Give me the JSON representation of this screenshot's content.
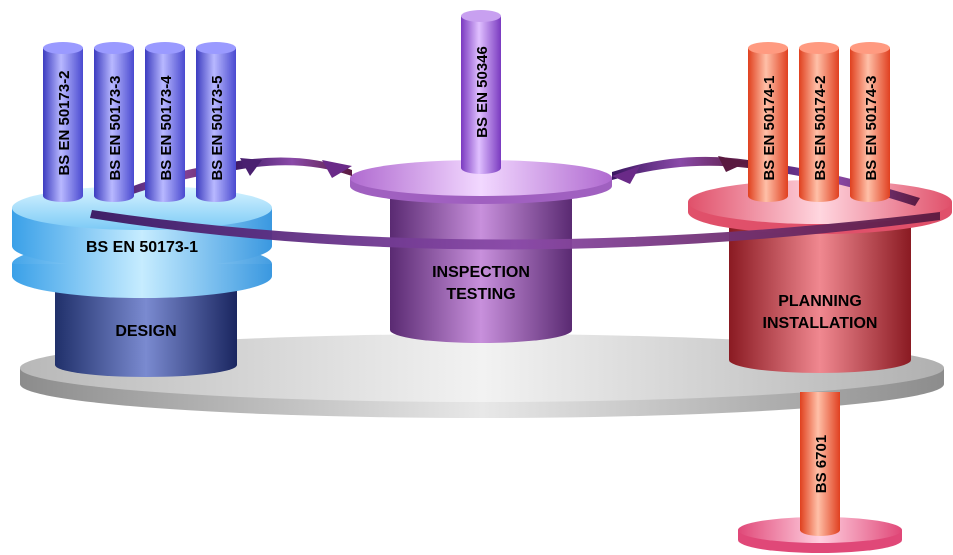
{
  "diagram": {
    "left_group": {
      "pillars": [
        "BS EN 50173-2",
        "BS EN 50173-3",
        "BS EN 50173-4",
        "BS EN 50173-5"
      ],
      "disc_label": "BS EN 50173-1",
      "block_label": "DESIGN",
      "color": "#5aa8f0"
    },
    "center_group": {
      "pillar": "BS EN 50346",
      "block_line1": "INSPECTION",
      "block_line2": "TESTING",
      "color": "#a05ab8"
    },
    "right_group": {
      "pillars": [
        "BS EN 50174-1",
        "BS EN 50174-2",
        "BS EN 50174-3"
      ],
      "block_line1": "PLANNING",
      "block_line2": "INSTALLATION",
      "color": "#e04a50"
    },
    "bottom_pillar": "BS 6701"
  }
}
